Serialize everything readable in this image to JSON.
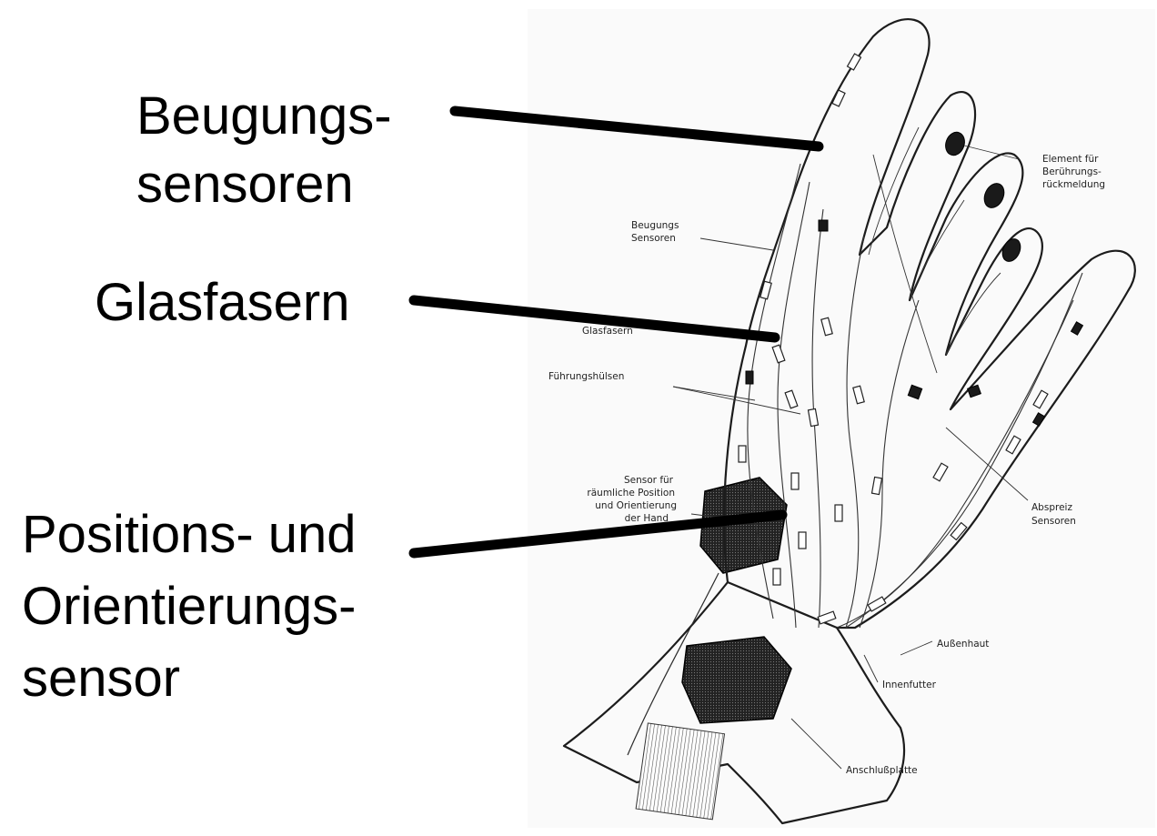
{
  "labels": {
    "flex_sensors": [
      "Beugungs-",
      "sensoren"
    ],
    "glass_fibers": [
      "Glasfasern"
    ],
    "position_sensor": [
      "Positions- und",
      "Orientierungs-",
      "sensor"
    ]
  },
  "figure_annotations": {
    "touch_element": [
      "Element für",
      "Berührungs-",
      "rückmeldung"
    ],
    "flex_sensors_small": [
      "Beugungs",
      "Sensoren"
    ],
    "glass_fibers_small": "Glasfasern",
    "guide_tubes": "Führungshülsen",
    "position_sensor_small": [
      "Sensor für",
      "räumliche Position",
      "und Orientierung",
      "der Hand"
    ],
    "abduction_sensors": [
      "Abspreiz",
      "Sensoren"
    ],
    "outer_skin": "Außenhaut",
    "inner_lining": "Innenfutter",
    "connector_plate": "Anschlußplatte"
  },
  "colors": {
    "text": "#000000",
    "background": "#ffffff",
    "figure_ink": "#1c1c1c"
  }
}
